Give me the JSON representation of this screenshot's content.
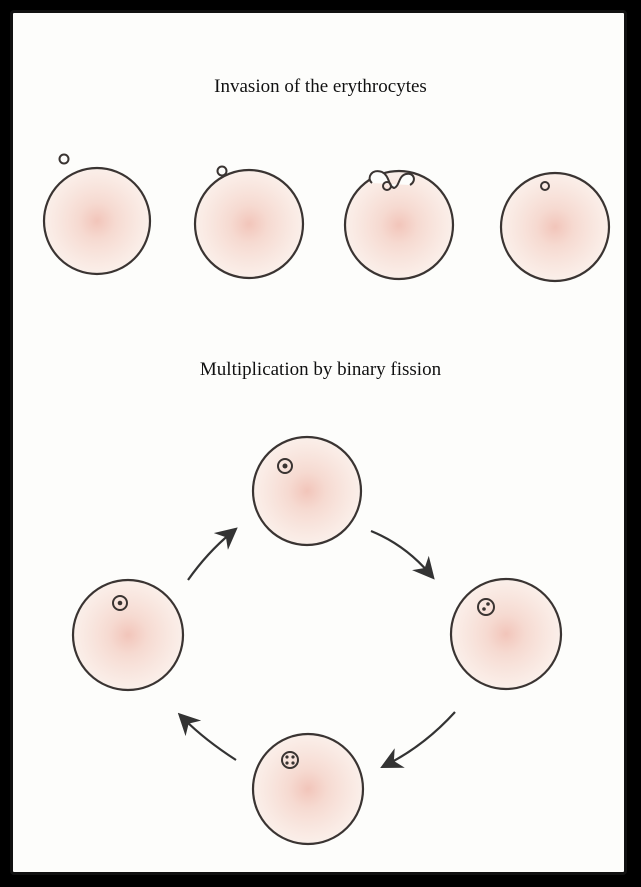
{
  "colors": {
    "page": "#fdfdfb",
    "cell_outline": "#3a3432",
    "cell_fill": "#f7dfd6",
    "cell_center": "#eeb2a4",
    "arrow": "#333"
  },
  "sections": {
    "invasion": {
      "title": "Invasion of the erythrocytes",
      "stages": [
        {
          "parasite": "outside"
        },
        {
          "parasite": "attached"
        },
        {
          "parasite": "invaginating"
        },
        {
          "parasite": "inside"
        }
      ]
    },
    "fission": {
      "title": "Multiplication by binary fission",
      "stages": [
        {
          "position": "top",
          "nuclei": 1
        },
        {
          "position": "right",
          "nuclei": 2
        },
        {
          "position": "bottom",
          "nuclei": 4
        },
        {
          "position": "left",
          "nuclei": 1
        }
      ],
      "cycle_direction": "clockwise"
    }
  }
}
